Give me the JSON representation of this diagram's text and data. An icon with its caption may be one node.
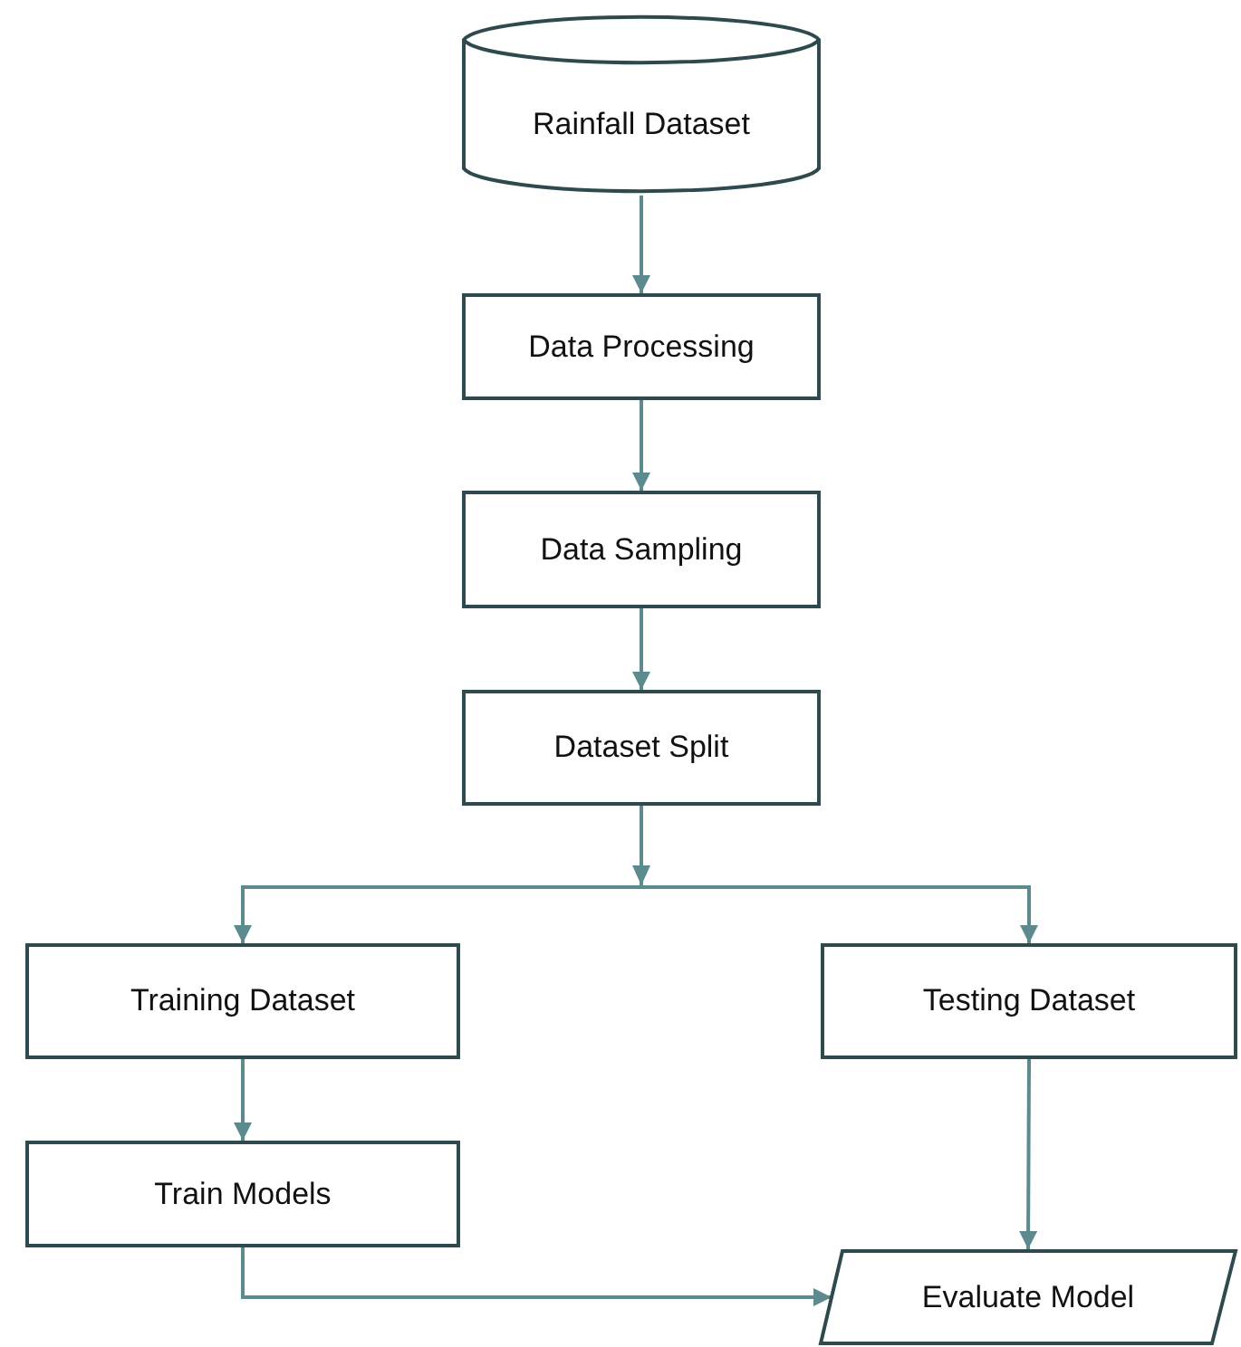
{
  "diagram": {
    "nodes": [
      {
        "text": [
          "Rainfall Dataset"
        ]
      },
      {
        "text": [
          "Data Processing"
        ]
      },
      {
        "text": [
          "Data Sampling"
        ]
      },
      {
        "text": [
          "Dataset Split"
        ]
      },
      {
        "text": [
          "Training Dataset"
        ]
      },
      {
        "text": [
          "Testing Dataset"
        ]
      },
      {
        "text": [
          "Train Models"
        ]
      },
      {
        "text": [
          "Evaluate Model"
        ]
      }
    ],
    "edges": [
      {
        "from": 0,
        "to": 1,
        "arrow": "to"
      },
      {
        "from": 1,
        "to": 2,
        "arrow": "to"
      },
      {
        "from": 2,
        "to": 3,
        "arrow": "to"
      },
      {
        "from": 3,
        "to": 4,
        "arrow": "to"
      },
      {
        "from": 3,
        "to": 5,
        "arrow": "to"
      },
      {
        "from": 4,
        "to": 6,
        "arrow": "to"
      },
      {
        "from": 5,
        "to": 7,
        "arrow": "to"
      },
      {
        "from": 6,
        "to": 7,
        "arrow": "to"
      }
    ]
  }
}
